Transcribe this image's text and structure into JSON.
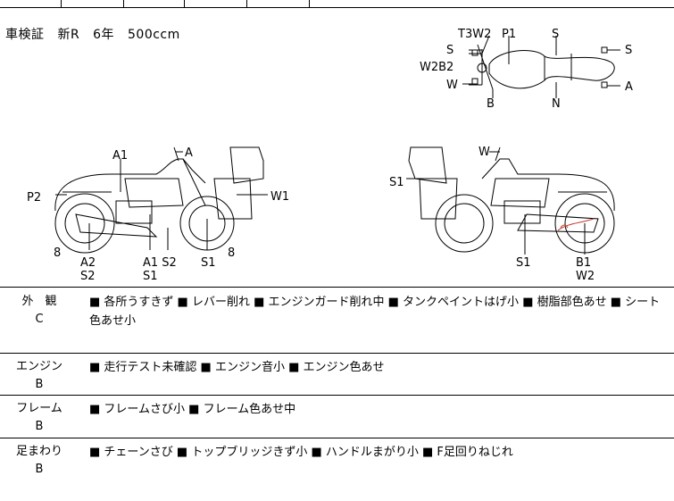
{
  "registration": {
    "type": "車検証",
    "kind": "新R",
    "years": "6年",
    "displacement": "500ccm"
  },
  "diagram_labels": {
    "top": [
      "T3W2",
      "P1",
      "S",
      "S",
      "S",
      "W2B2",
      "W",
      "B",
      "N",
      "A"
    ],
    "left": [
      "A1",
      "A",
      "P2",
      "W1",
      "8",
      "8",
      "A2",
      "S2",
      "A1 S2",
      "S1",
      "S1"
    ],
    "right": [
      "W",
      "S1",
      "S1",
      "B1",
      "W2"
    ]
  },
  "inspection": [
    {
      "category": "外　観",
      "grade": "C",
      "notes": "■ 各所うすきず ■ レバー削れ ■ エンジンガード削れ中 ■ タンクペイントはげ小 ■ 樹脂部色あせ ■ シート色あせ小"
    },
    {
      "category": "エンジン",
      "grade": "B",
      "notes": "■ 走行テスト未確認 ■ エンジン音小 ■ エンジン色あせ"
    },
    {
      "category": "フレーム",
      "grade": "B",
      "notes": "■ フレームさび小 ■ フレーム色あせ中"
    },
    {
      "category": "足まわり",
      "grade": "B",
      "notes": "■ チェーンさび ■ トップブリッジきず小 ■ ハンドルまがり小 ■ F足回りねじれ"
    }
  ]
}
